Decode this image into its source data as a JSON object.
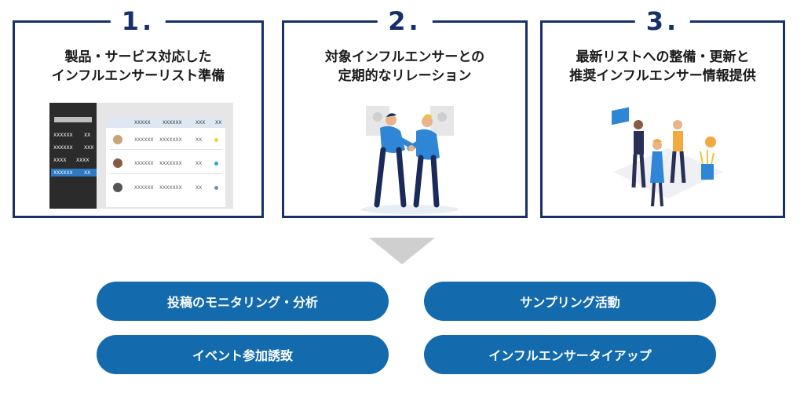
{
  "cards": [
    {
      "number": "1.",
      "title_lines": [
        "製品・サービス対応した",
        "インフルエンサーリスト準備"
      ]
    },
    {
      "number": "2.",
      "title_lines": [
        "対象インフルエンサーとの",
        "定期的なリレーション"
      ]
    },
    {
      "number": "3.",
      "title_lines": [
        "最新リストへの整備・更新と",
        "推奨インフルエンサー情報提供"
      ]
    }
  ],
  "mock_table": {
    "sidebar_rows": [
      "XXXXXX",
      "XX",
      "XXXXXX",
      "XXX",
      "XXXX",
      "XXXX",
      "XXXXXX",
      "XX"
    ],
    "header": [
      "XXXXX",
      "XXXXXX",
      "XXX",
      "XX"
    ],
    "rows": [
      [
        "XXXXXX",
        "XXXXXXX",
        "XX"
      ],
      [
        "XXXXXX",
        "XXXXXXX",
        "XX"
      ],
      [
        "XXXXXX",
        "XXXXXXX",
        "XX"
      ]
    ]
  },
  "buttons": [
    {
      "label": "投稿のモニタリング・分析"
    },
    {
      "label": "サンプリング活動"
    },
    {
      "label": "イベント参加誘致"
    },
    {
      "label": "インフルエンサータイアップ"
    }
  ],
  "colors": {
    "accent": "#17306b",
    "button": "#136aad",
    "arrow": "#cfcfcf"
  }
}
